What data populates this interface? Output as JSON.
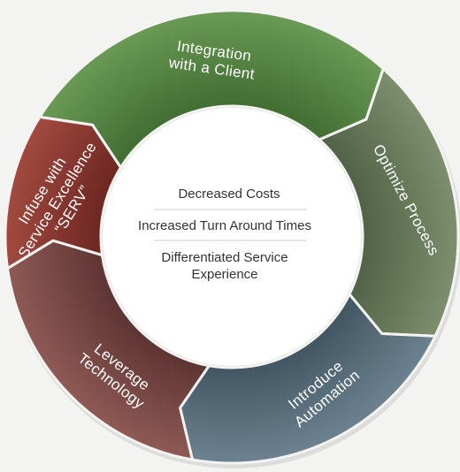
{
  "cycle": {
    "segments": [
      {
        "label_lines": [
          "Integration",
          "with a Client"
        ],
        "color_light": "#6a9a55",
        "color_dark": "#3f6b2f"
      },
      {
        "label_lines": [
          "Optimize Process"
        ],
        "color_light": "#7d8f6d",
        "color_dark": "#4f5f44"
      },
      {
        "label_lines": [
          "Introduce",
          "Automation"
        ],
        "color_light": "#6d8290",
        "color_dark": "#3f535f"
      },
      {
        "label_lines": [
          "Leverage",
          "Technology"
        ],
        "color_light": "#8f5a55",
        "color_dark": "#5a3230"
      },
      {
        "label_lines": [
          "Infuse with",
          "Service Excellence",
          "“SERV”"
        ],
        "color_light": "#a24a3f",
        "color_dark": "#6a2520"
      }
    ]
  },
  "center": {
    "items": [
      {
        "lines": [
          "Decreased Costs"
        ]
      },
      {
        "lines": [
          "Increased Turn Around Times"
        ]
      },
      {
        "lines": [
          "Differentiated Service",
          "Experience"
        ]
      }
    ]
  },
  "colors": {
    "background": "#f3f3f2",
    "center_fill": "#ffffff",
    "center_text": "#333333"
  }
}
